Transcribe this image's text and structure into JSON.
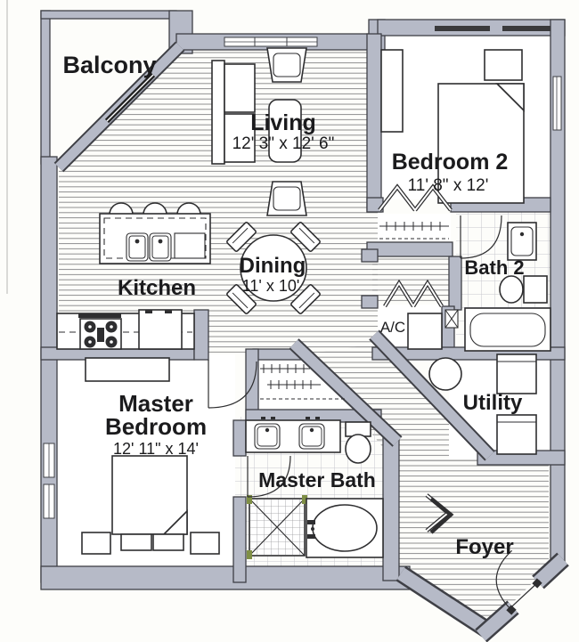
{
  "labels": {
    "balcony": {
      "name": "Balcony"
    },
    "living": {
      "name": "Living",
      "dims": "12' 3\" x 12' 6\""
    },
    "bedroom2": {
      "name": "Bedroom 2",
      "dims": "11' 8\" x 12'"
    },
    "bath2": {
      "name": "Bath 2"
    },
    "kitchen": {
      "name": "Kitchen"
    },
    "dining": {
      "name": "Dining",
      "dims": "11' x 10'"
    },
    "ac": {
      "name": "A/C"
    },
    "utility": {
      "name": "Utility"
    },
    "master_bedroom": {
      "line1": "Master",
      "line2": "Bedroom",
      "dims": "12' 11\" x 14'"
    },
    "master_bath": {
      "name": "Master Bath"
    },
    "foyer": {
      "name": "Foyer"
    }
  },
  "colors": {
    "wall": "#b6bac7",
    "wallStroke": "#3f4046",
    "line": "#2e2e30",
    "text": "#1b1b1d",
    "floorLine": "#8f8f90",
    "tileLine": "#c6c6ce",
    "bg": "#fdfdfa",
    "green": "#7f8f45"
  }
}
